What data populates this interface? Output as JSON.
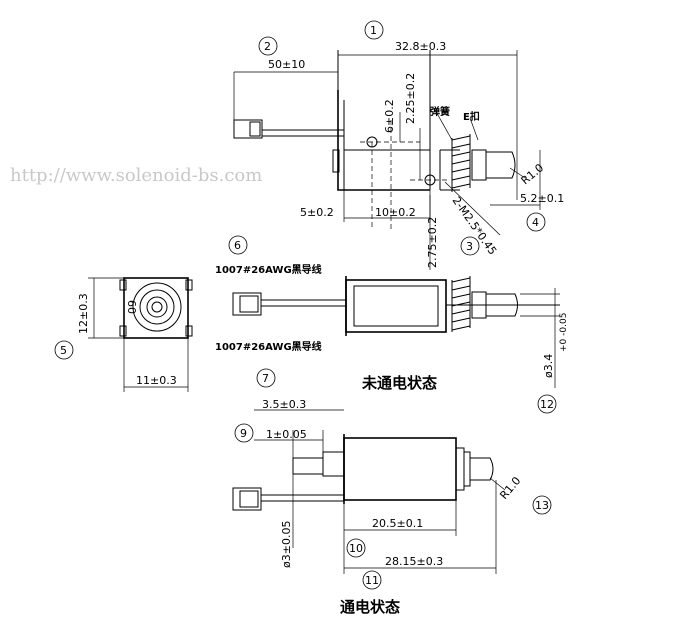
{
  "watermark": "http://www.solenoid-bs.com",
  "states": {
    "unpowered": "未通电状态",
    "powered": "通电状态"
  },
  "wire_labels": {
    "top": "1007#26AWG黑导线",
    "bottom": "1007#26AWG黑导线"
  },
  "part_labels": {
    "spring": "弹簧",
    "e_clip": "E扣",
    "thread": "2-M2.5*0.45"
  },
  "dimensions": {
    "total_length_top": "32.8±0.3",
    "lead_length": "50±10",
    "d_6": "6±0.2",
    "d_2_25": "2.25±0.2",
    "d_2_75": "2.75±0.2",
    "d_5": "5±0.2",
    "d_10": "10±0.2",
    "d_5_2": "5.2±0.1",
    "radius_top": "R1.0",
    "height_12": "12±0.3",
    "width_11": "11±0.3",
    "side_mark": "09",
    "dia_3_4": "ø3.4",
    "dia_3_4_tol": "+0 -0.05",
    "d_3_5": "3.5±0.3",
    "d_1": "1±0.05",
    "dia_3": "ø3±0.05",
    "d_20_5": "20.5±0.1",
    "d_28_15": "28.15±0.3",
    "radius_bottom": "R1.0"
  },
  "balloons": [
    "1",
    "2",
    "3",
    "4",
    "5",
    "6",
    "7",
    "9",
    "10",
    "11",
    "12",
    "13"
  ]
}
